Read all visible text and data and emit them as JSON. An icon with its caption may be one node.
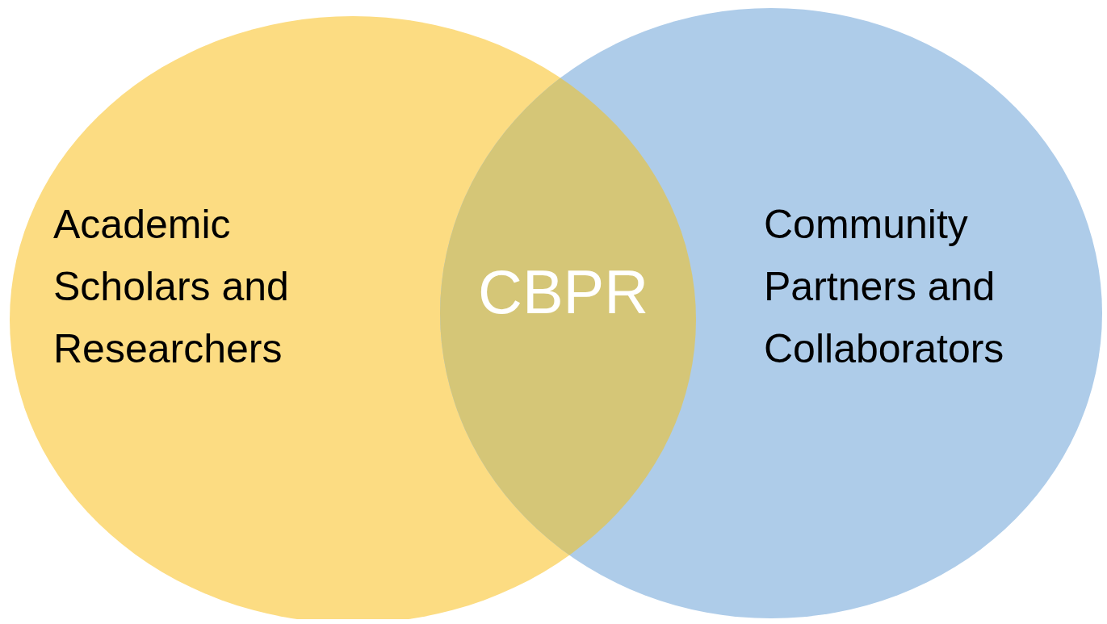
{
  "diagram": {
    "nodes": [
      {
        "text": [
          "Academic Scholars and Researchers"
        ]
      },
      {
        "text": [
          "Community Partners and Collaborators"
        ]
      }
    ],
    "edges": [],
    "labels": [
      "CBPR"
    ]
  }
}
